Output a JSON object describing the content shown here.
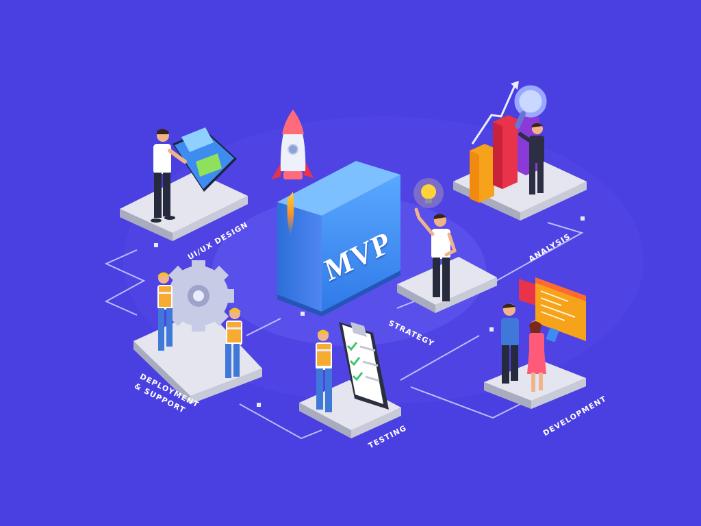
{
  "center": {
    "label": "MVP"
  },
  "stages": [
    {
      "id": "ui-ux-design",
      "label": "UI/UX DESIGN"
    },
    {
      "id": "analysis",
      "label": "ANALYSIS"
    },
    {
      "id": "strategy",
      "label": "STRATEGY"
    },
    {
      "id": "deployment",
      "label_line1": "DEPLOYMENT",
      "label_line2": "& SUPPORT"
    },
    {
      "id": "testing",
      "label": "TESTING"
    },
    {
      "id": "development",
      "label": "DEVELOPMENT"
    }
  ],
  "colors": {
    "background": "#4a3fe0",
    "cube": "#3d8ff5",
    "platform": "#dcdde8",
    "connector": "#cfd4ff",
    "bar_orange": "#f7a21b",
    "bar_red": "#e8334a",
    "bar_purple": "#8a3ad6",
    "helmet": "#f4c21f"
  },
  "icons": [
    "rocket-icon",
    "lightbulb-icon",
    "magnifier-icon",
    "gear-icon",
    "clipboard-icon",
    "code-window-icon",
    "tablet-icon",
    "chart-icon"
  ]
}
